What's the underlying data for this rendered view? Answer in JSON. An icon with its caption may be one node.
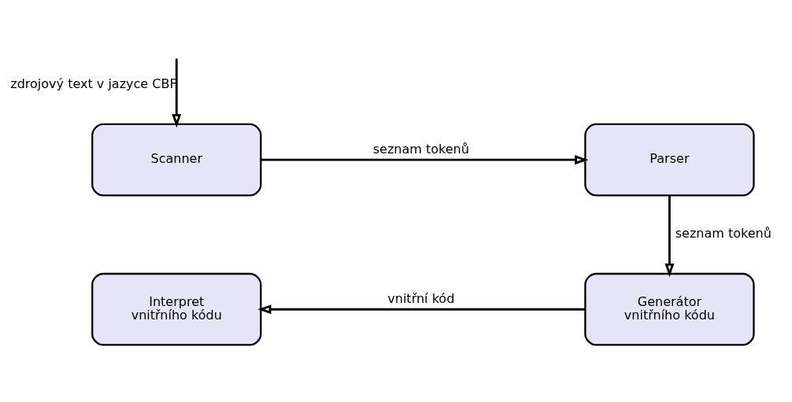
{
  "diagram": {
    "nodes": [
      {
        "text": [
          "Scanner"
        ]
      },
      {
        "text": [
          "Parser"
        ]
      },
      {
        "text": [
          "Generátor vnitřního kódu"
        ]
      },
      {
        "text": [
          "Interpret vnitřního kódu"
        ]
      }
    ],
    "edges": [
      {
        "from": null,
        "to": 0,
        "arrow": "to",
        "label": "zdrojový text v jazyce CBF"
      },
      {
        "from": 0,
        "to": 1,
        "arrow": "to",
        "label": "seznam tokenů"
      },
      {
        "from": 1,
        "to": 2,
        "arrow": "to",
        "label": "seznam tokenů"
      },
      {
        "from": 2,
        "to": 3,
        "arrow": "to",
        "label": "vnitřní kód"
      }
    ]
  }
}
